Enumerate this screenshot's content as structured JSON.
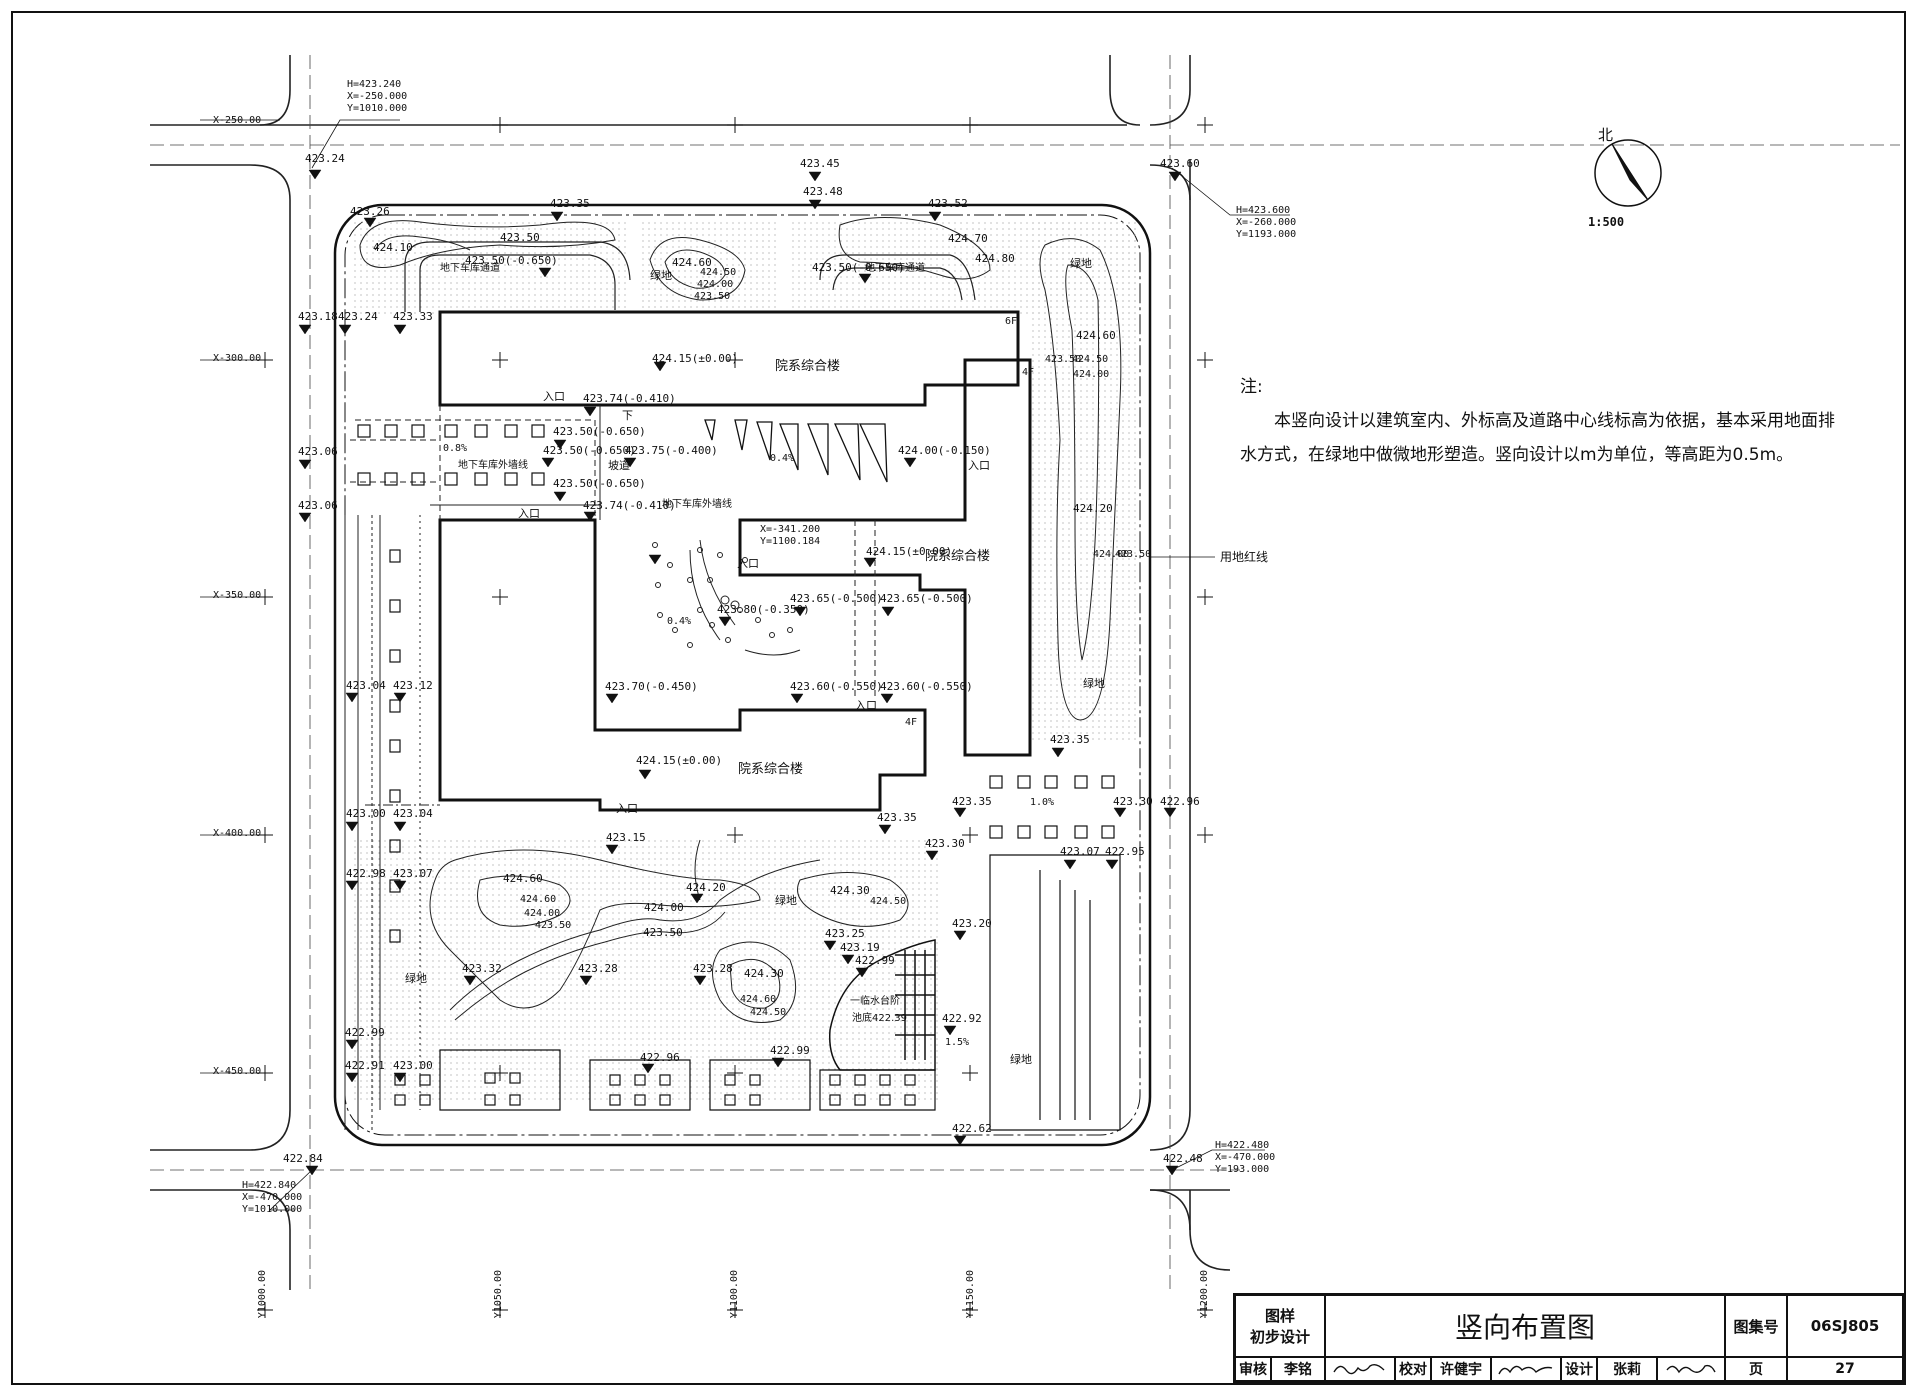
{
  "title_block": {
    "stage_line1": "图样",
    "stage_line2": "初步设计",
    "drawing_title": "竖向布置图",
    "atlas_label": "图集号",
    "atlas_number": "06SJ805",
    "review_label": "审核",
    "reviewer": "李铭",
    "check_label": "校对",
    "checker": "许健宇",
    "design_label": "设计",
    "designer": "张莉",
    "page_label": "页",
    "page_number": "27"
  },
  "notes": {
    "title": "注:",
    "body": "本竖向设计以建筑室内、外标高及道路中心线标高为依据，基本采用地面排水方式，在绿地中做微地形塑造。竖向设计以m为单位，等高距为0.5m。"
  },
  "north": {
    "label": "北",
    "scale": "1:500"
  },
  "control_points": {
    "top_left": {
      "h": "H=423.240",
      "x": "X=-250.000",
      "y": "Y=1010.000"
    },
    "top_right": {
      "h": "H=423.600",
      "x": "X=-260.000",
      "y": "Y=1193.000"
    },
    "bottom_left": {
      "h": "H=422.840",
      "x": "X=-470.000",
      "y": "Y=1010.000"
    },
    "bottom_right": {
      "h": "H=422.480",
      "x": "X=-470.000",
      "y": "Y=193.000"
    }
  },
  "grid_x_labels": [
    "X-250.00",
    "X-300.00",
    "X-350.00",
    "X-400.00",
    "X-450.00"
  ],
  "grid_y_labels": [
    "Y1000.00",
    "Y1050.00",
    "Y1100.00",
    "Y1150.00",
    "Y1200.00"
  ],
  "buildings": {
    "north_block": "院系综合楼",
    "east_block": "院系综合楼",
    "south_block": "院系综合楼",
    "north_floor": "6F",
    "east_floor": "4F",
    "south_floor": "4F"
  },
  "labels": {
    "entrance": "入口",
    "down": "下",
    "ramp": "坡道",
    "garage_lane": "地下车库通道",
    "garage_wall": "地下车库外墙线",
    "greenland": "绿地",
    "boundary": "用地红线",
    "pool_line1": "一临水台阶",
    "pool_line2": "池底422.39",
    "slope_08": "0.8%",
    "slope_04": "0.4%",
    "slope_10": "1.0%",
    "slope_15": "1.5%",
    "coord_x": "X=-341.200",
    "coord_y": "Y=1100.184"
  },
  "elevations": {
    "e1": "423.24",
    "e2": "423.45",
    "e3": "423.48",
    "e4": "423.60",
    "e5": "423.26",
    "e6": "423.35",
    "e7": "423.52",
    "e8": "424.10",
    "e9": "423.50",
    "e10": "424.60",
    "e11": "424.50",
    "e12": "424.00",
    "e13": "423.50(-0.650)",
    "e14": "423.50(-0.650)",
    "e15": "424.70",
    "e16": "424.80",
    "e17": "423.18",
    "e18": "423.24",
    "e19": "423.33",
    "e20": "424.15(±0.00)",
    "e21": "423.74(-0.410)",
    "e22": "423.50(-0.650)",
    "e23": "423.75(-0.400)",
    "e24": "423.50(-0.650)",
    "e25": "423.50(-0.650)",
    "e26": "423.74(-0.410)",
    "e27": "424.00(-0.150)",
    "e28": "423.06",
    "e29": "423.06",
    "e30": "424.60",
    "e31": "424.20",
    "e32": "424.15(±0.00)",
    "e33": "423.65(-0.500)",
    "e34": "423.65(-0.500)",
    "e35": "423.80(-0.350)",
    "e36": "423.70(-0.450)",
    "e37": "423.60(-0.550)",
    "e38": "423.60(-0.550)",
    "e39": "423.04",
    "e40": "423.12",
    "e41": "424.15(±0.00)",
    "e42": "423.35",
    "e43": "423.35",
    "e44": "423.35",
    "e45": "423.30",
    "e46": "422.96",
    "e47": "423.00",
    "e48": "423.04",
    "e49": "423.15",
    "e50": "423.30",
    "e51": "423.07",
    "e52": "422.95",
    "e53": "422.98",
    "e54": "423.07",
    "e55": "424.60",
    "e56": "424.20",
    "e57": "424.30",
    "e58": "424.00",
    "e59": "423.50",
    "e60": "423.20",
    "e61": "423.25",
    "e62": "423.19",
    "e63": "422.99",
    "e64": "423.32",
    "e65": "423.28",
    "e66": "423.28",
    "e67": "424.30",
    "e68": "422.92",
    "e69": "422.99",
    "e70": "422.96",
    "e71": "422.99",
    "e72": "423.00",
    "e73": "422.91",
    "e74": "422.62",
    "e75": "422.84",
    "e76": "422.48",
    "e77": "424.50",
    "e78": "423.50",
    "e79": "424.00",
    "e80": "423.50",
    "e81": "424.60",
    "e82": "424.50",
    "e83": "424.00",
    "e84": "423.50",
    "e85": "424.00",
    "e86": "423.50",
    "e87": "424.60",
    "e88": "424.50"
  }
}
